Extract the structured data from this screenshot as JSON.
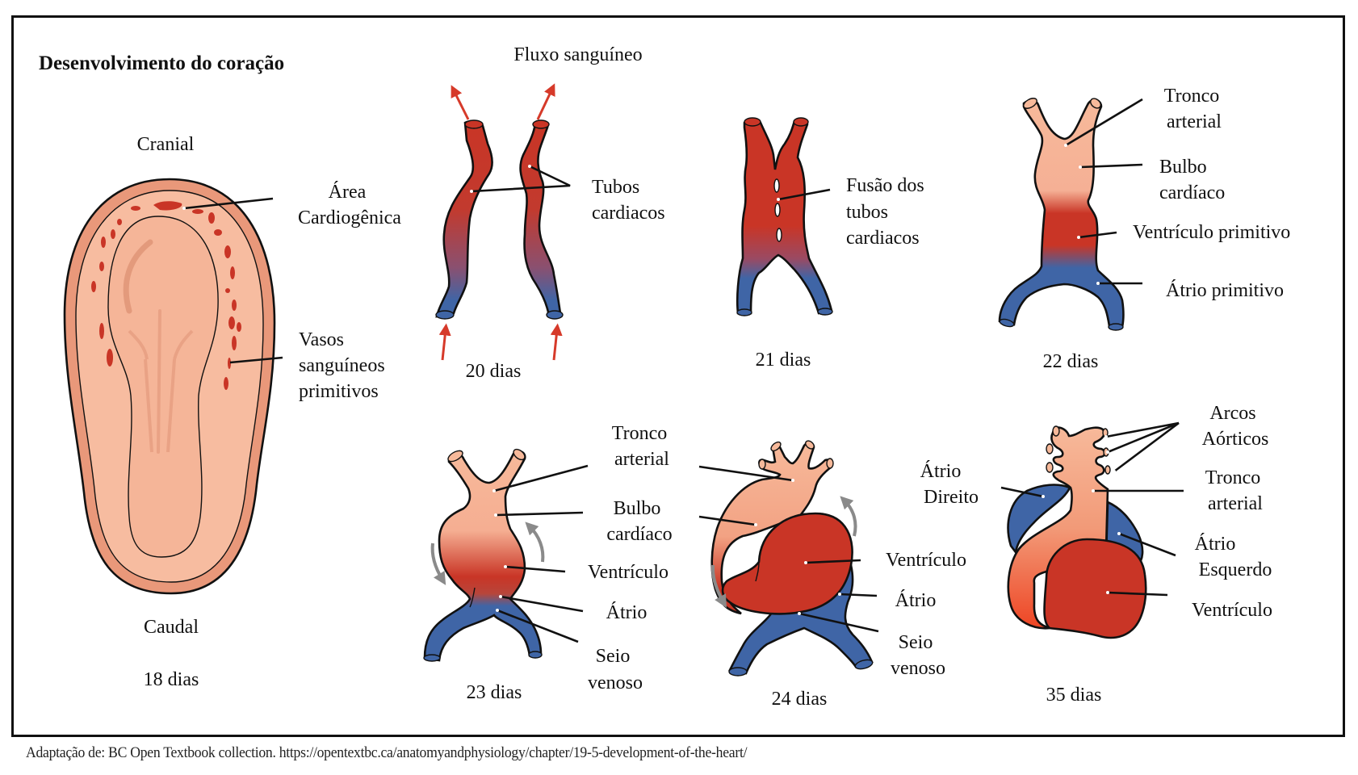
{
  "title": "Desenvolvimento do coração",
  "colors": {
    "artery_red": "#C93526",
    "vein_blue": "#3F65A6",
    "bulb_peach": "#F7B99A",
    "ventricle_orange": "#EE4524",
    "embryo_band": "#E9987A",
    "embryo_fill": "#F7BCA0",
    "flow_arrow": "#D63A2A",
    "rotation_arrow": "#8A8A8A"
  },
  "stage_18": {
    "top_label": "Cranial",
    "bottom_label": "Caudal",
    "day_label": "18 dias",
    "labels": {
      "cardiogenic_area": [
        "Área",
        "Cardiogênica"
      ],
      "primitive_vessels": [
        "Vasos",
        "sanguíneos",
        "primitivos"
      ]
    }
  },
  "stage_20": {
    "heading": "Fluxo sanguíneo",
    "day_label": "20 dias",
    "labels": {
      "heart_tubes": [
        "Tubos",
        "cardiacos"
      ]
    }
  },
  "stage_21": {
    "day_label": "21 dias",
    "labels": {
      "tube_fusion": [
        "Fusão dos",
        "tubos",
        "cardiacos"
      ]
    }
  },
  "stage_22": {
    "day_label": "22 dias",
    "labels": {
      "truncus": [
        "Tronco",
        "arterial"
      ],
      "bulbus": [
        "Bulbo",
        "cardíaco"
      ],
      "ventricle": "Ventrículo primitivo",
      "atrium": "Átrio primitivo"
    }
  },
  "stage_23": {
    "day_label": "23 dias",
    "labels": {
      "truncus": [
        "Tronco",
        "arterial"
      ],
      "bulbus": [
        "Bulbo",
        "cardíaco"
      ],
      "ventricle": "Ventrículo",
      "atrium": "Átrio",
      "sinus": [
        "Seio",
        "venoso"
      ]
    }
  },
  "stage_24": {
    "day_label": "24 dias",
    "labels": {
      "ventricle": "Ventrículo",
      "atrium": "Átrio",
      "sinus": [
        "Seio",
        "venoso"
      ]
    }
  },
  "stage_35": {
    "day_label": "35 dias",
    "labels": {
      "aortic_arches": [
        "Arcos",
        "Aórticos"
      ],
      "right_atrium": [
        "Átrio",
        "Direito"
      ],
      "truncus": [
        "Tronco",
        "arterial"
      ],
      "left_atrium": [
        "Átrio",
        "Esquerdo"
      ],
      "ventricle": "Ventrículo"
    }
  },
  "caption": "Adaptação de: BC Open Textbook collection. https://opentextbc.ca/anatomyandphysiology/chapter/19-5-development-of-the-heart/"
}
